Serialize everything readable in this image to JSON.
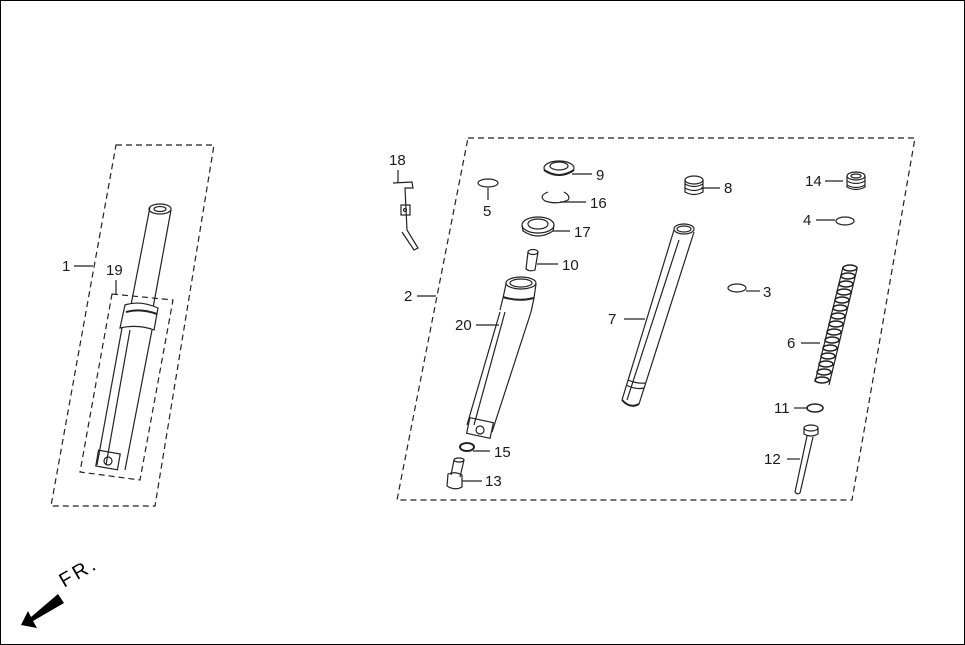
{
  "diagram": {
    "type": "exploded-parts-diagram",
    "subject": "front fork assembly",
    "direction_indicator": {
      "label": "FR.",
      "icon": "arrow-down-left"
    },
    "groups": [
      {
        "id": "1",
        "label": "1",
        "contains": [
          "19"
        ]
      },
      {
        "id": "19",
        "label": "19"
      },
      {
        "id": "2",
        "label": "2",
        "contains": [
          "3",
          "4",
          "5",
          "6",
          "7",
          "8",
          "9",
          "10",
          "11",
          "12",
          "13",
          "14",
          "15",
          "16",
          "17",
          "20"
        ]
      },
      {
        "id": "18",
        "label": "18"
      }
    ],
    "labels": {
      "p1": "1",
      "p2": "2",
      "p3": "3",
      "p4": "4",
      "p5": "5",
      "p6": "6",
      "p7": "7",
      "p8": "8",
      "p9": "9",
      "p10": "10",
      "p11": "11",
      "p12": "12",
      "p13": "13",
      "p14": "14",
      "p15": "15",
      "p16": "16",
      "p17": "17",
      "p18": "18",
      "p19": "19",
      "p20": "20"
    }
  }
}
